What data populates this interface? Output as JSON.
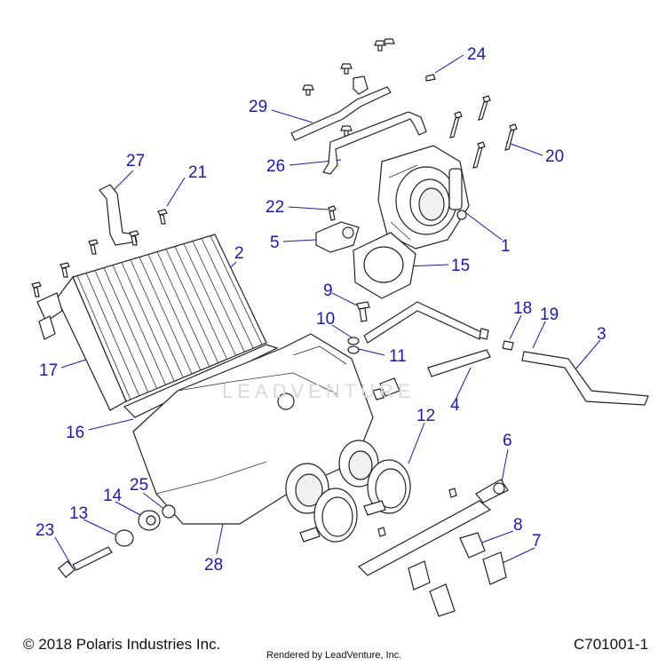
{
  "callouts": [
    "24",
    "29",
    "20",
    "26",
    "27",
    "21",
    "22",
    "1",
    "5",
    "15",
    "2",
    "9",
    "18",
    "19",
    "10",
    "11",
    "3",
    "17",
    "4",
    "12",
    "16",
    "6",
    "14",
    "25",
    "13",
    "8",
    "23",
    "7",
    "28"
  ],
  "footer": {
    "copyright": "© 2018 Polaris Industries Inc.",
    "rendered_by": "Rendered by LeadVenture, Inc.",
    "diagram_id": "C701001-1"
  },
  "watermark": "LEADVENTURE",
  "colors": {
    "callout": "#1a1aa8",
    "line": "#222222",
    "background": "#ffffff"
  }
}
